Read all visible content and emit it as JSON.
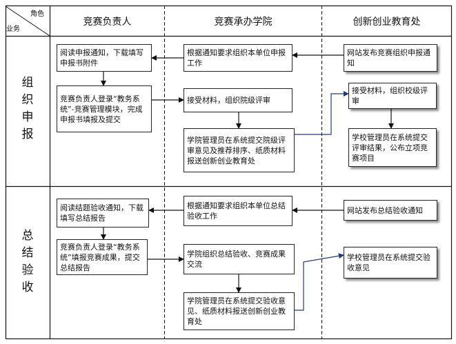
{
  "header": {
    "corner_role": "角色",
    "corner_business": "业务",
    "columns": [
      "竞赛负责人",
      "竞赛承办学院",
      "创新创业教育处"
    ]
  },
  "phases": [
    {
      "chars": [
        "组",
        "织",
        "申",
        "报"
      ]
    },
    {
      "chars": [
        "总",
        "结",
        "验",
        "收"
      ]
    }
  ],
  "boxes": {
    "read_notice": "阅读申报通知，下载填写申报书附件",
    "login_apply": "竞赛负责人登录“教务系统”-竞赛管理模块，完成申报书填报及提交",
    "college_organize": "根据通知要求组织本单位申报工作",
    "college_review": "接受材料，组织院级评审",
    "college_submit": "学院管理员在系统提交院级评审意见及推荐排序、纸质材料报送创新创业教育处",
    "office_publish": "网站发布竞赛组织申报通知",
    "office_review": "接受材料，组织校级评审",
    "office_result": "学校管理员在系统提交评审结果，公布立项竞赛项目",
    "read_accept_notice": "阅读结题验收通知，下载填写总结报告",
    "login_submit_result": "竞赛负责人登录“教务系统”填报竞赛成果，提交总结报告",
    "college_accept_org": "根据通知要求组织本单位总结验收工作",
    "college_accept": "学院组织总结验收、竞赛成果交流",
    "college_accept_submit": "学院管理员在系统提交验收意见、纸质材料报送创新创业教育处",
    "office_accept_publish": "网站发布总结验收通知",
    "office_accept_opinion": "学校管理员在系统提交验收意见"
  }
}
